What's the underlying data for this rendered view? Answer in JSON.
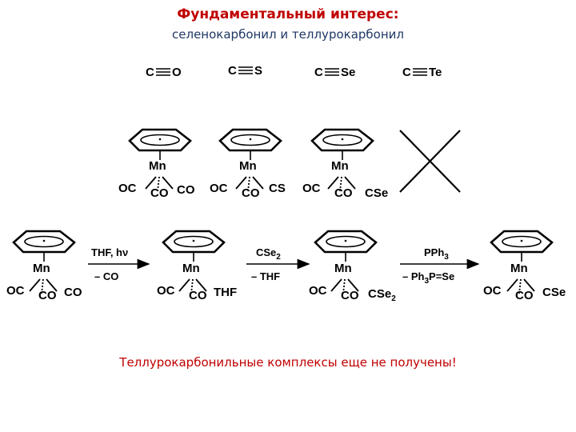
{
  "header": {
    "title": "Фундаментальный интерес:",
    "subtitle": "селенокарбонил и теллурокарбонил"
  },
  "ligands": {
    "co": "C",
    "co_o": "O",
    "cs": "C",
    "cs_s": "S",
    "cse": "C",
    "cse_se": "Se",
    "cte": "C",
    "cte_te": "Te"
  },
  "complexes": {
    "metal": "Mn",
    "oc": "OC",
    "co": "CO",
    "cs": "CS",
    "cse": "CSe",
    "cse2": "CSe",
    "cse2_sub": "2",
    "thf": "THF"
  },
  "reaction": {
    "step1_above": "THF, hν",
    "step1_below": "– CO",
    "step2_above": "CSe",
    "step2_above_sub": "2",
    "step2_below": "– THF",
    "step3_above": "PPh",
    "step3_above_sub": "3",
    "step3_below_a": "– Ph",
    "step3_below_sub": "3",
    "step3_below_b": "P=Se"
  },
  "footer": {
    "note": "Теллурокарбонильные комплексы еще не получены!"
  }
}
